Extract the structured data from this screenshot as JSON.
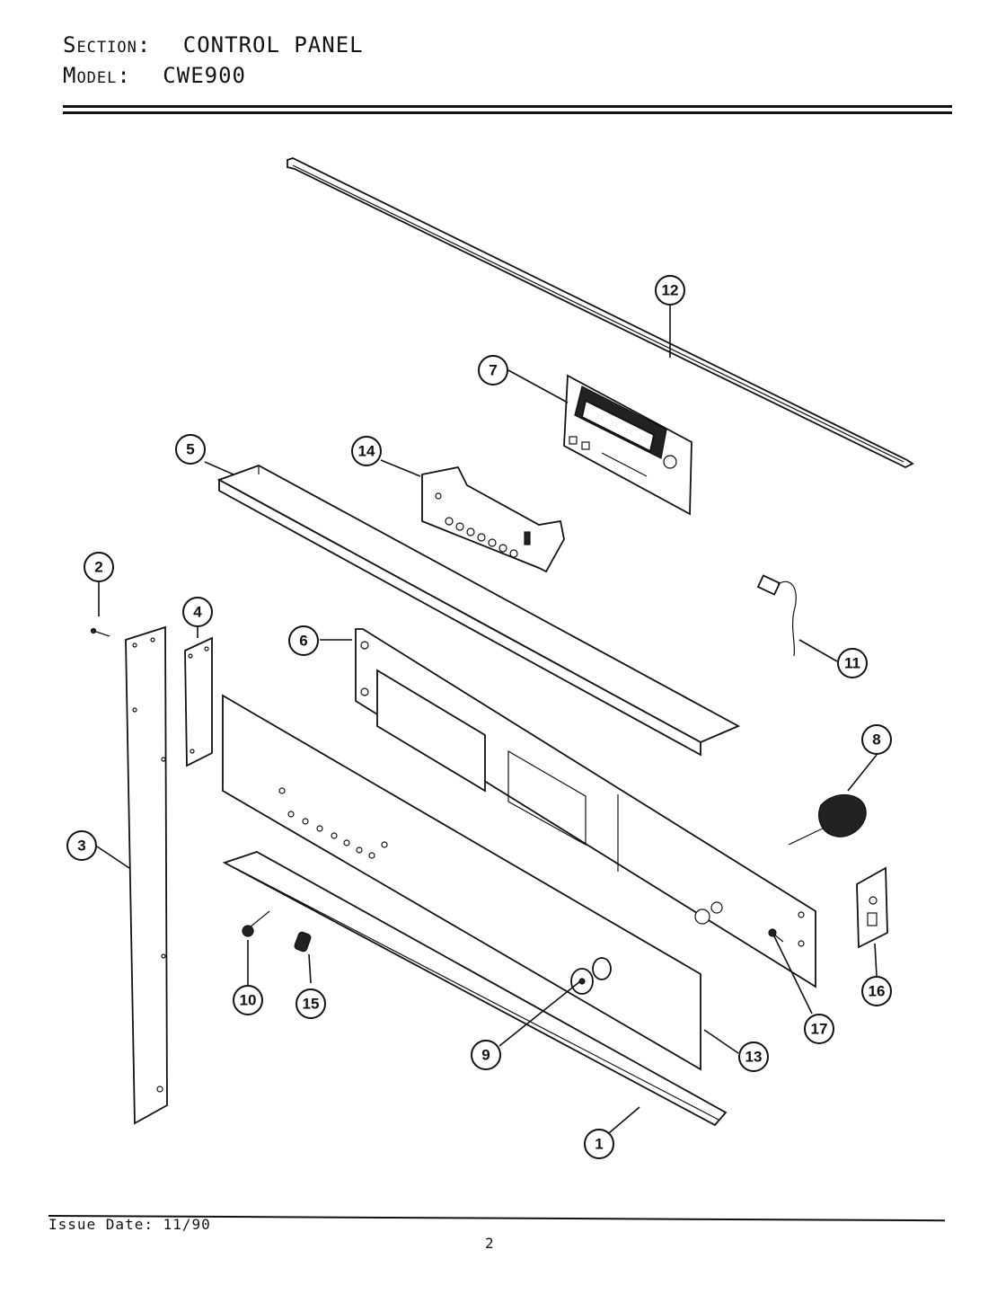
{
  "header": {
    "section_label": "Section:",
    "section_value": "CONTROL PANEL",
    "model_label": "Model:",
    "model_value": "CWE900"
  },
  "callouts": [
    "1",
    "2",
    "3",
    "4",
    "5",
    "6",
    "7",
    "8",
    "9",
    "10",
    "11",
    "12",
    "13",
    "14",
    "15",
    "16",
    "17"
  ],
  "footer": {
    "issue_date": "Issue Date: 11/90",
    "page_number": "2"
  }
}
